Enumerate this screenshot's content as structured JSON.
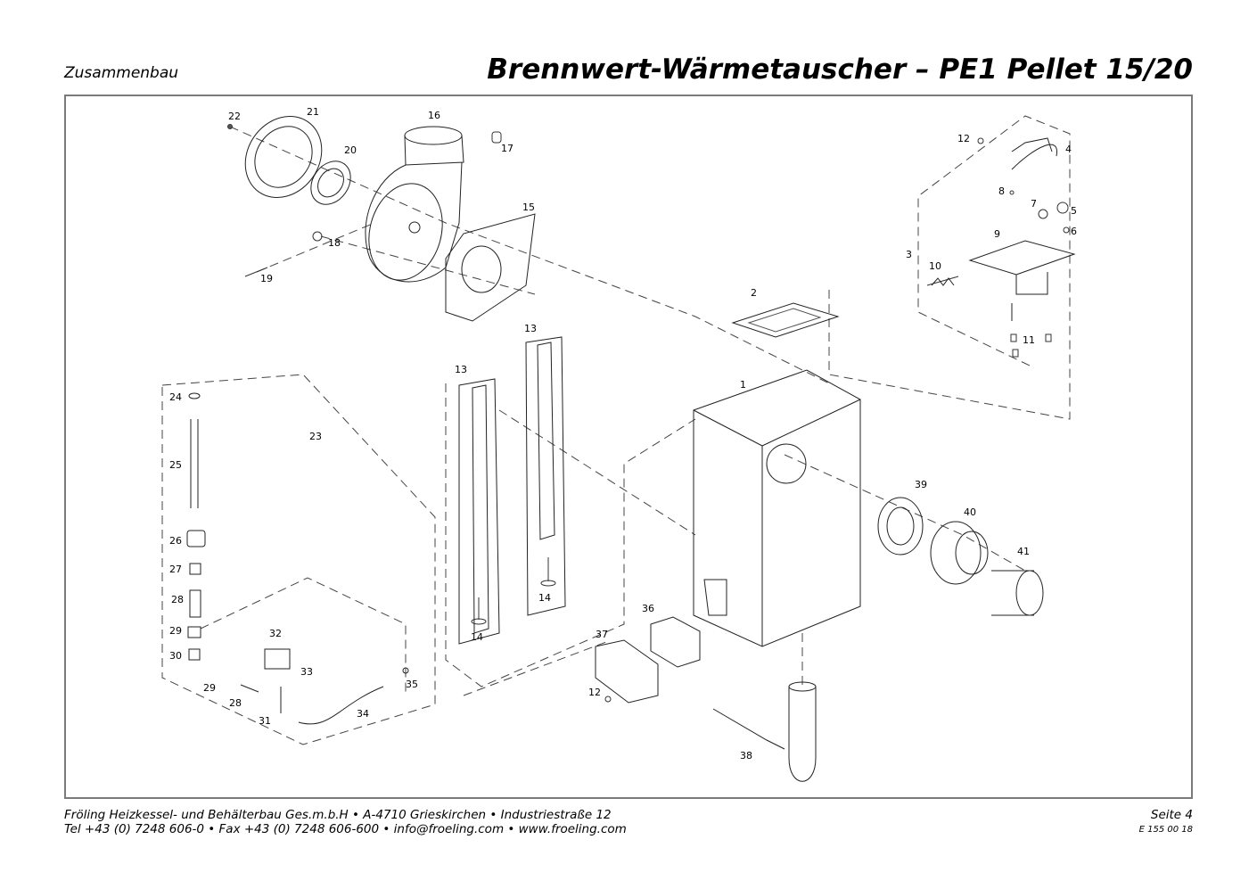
{
  "header": {
    "section": "Zusammenbau",
    "title": "Brennwert-Wärmetauscher – PE1 Pellet 15/20"
  },
  "footer": {
    "company_line": "Fröling Heizkessel- und Behälterbau Ges.m.b.H   •  A-4710 Grieskirchen   •  Industriestraße 12",
    "contact_line": "Tel +43 (0) 7248 606-0   •  Fax +43 (0) 7248 606-600   •  info@froeling.com   •  www.froeling.com",
    "page": "Seite 4",
    "doc_number": "E 155 00 18"
  },
  "part_labels": {
    "p1": "1",
    "p2": "2",
    "p3": "3",
    "p4": "4",
    "p5": "5",
    "p6": "6",
    "p7": "7",
    "p8": "8",
    "p9": "9",
    "p10": "10",
    "p11": "11",
    "p12": "12",
    "p13": "13",
    "p14": "14",
    "p15": "15",
    "p16": "16",
    "p17": "17",
    "p18": "18",
    "p19": "19",
    "p20": "20",
    "p21": "21",
    "p22": "22",
    "p23": "23",
    "p24": "24",
    "p25": "25",
    "p26": "26",
    "p27": "27",
    "p28": "28",
    "p29": "29",
    "p30": "30",
    "p31": "31",
    "p32": "32",
    "p33": "33",
    "p34": "34",
    "p35": "35",
    "p36": "36",
    "p37": "37",
    "p38": "38",
    "p39": "39",
    "p40": "40",
    "p41": "41"
  }
}
